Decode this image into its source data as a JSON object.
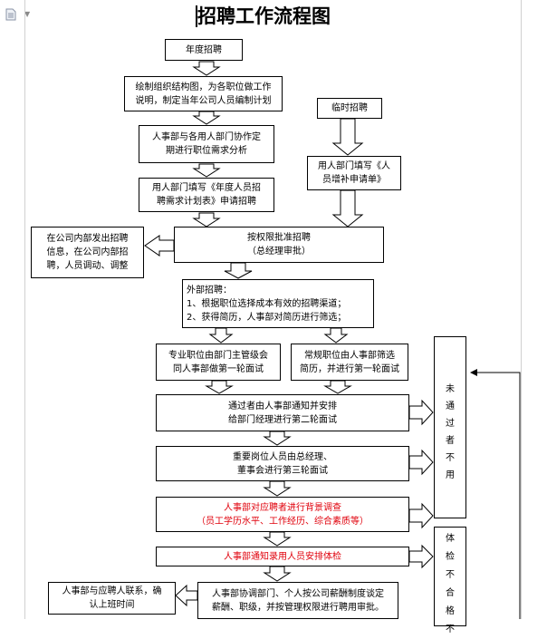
{
  "doc_title": "招聘工作流程图",
  "nodes": {
    "annual": "年度招聘",
    "org_chart": "绘制组织结构图，为各职位做工作\n说明，制定当年公司人员编制计划",
    "demand_analysis": "人事部与各用人部门协作定\n期进行职位需求分析",
    "fill_plan": "用人部门填写《年度人员招\n聘需求计划表》申请招聘",
    "temp": "临时招聘",
    "fill_supplement": "用人部门填写《人\n员增补申请单》",
    "approval": "按权限批准招聘\n（总经理审批）",
    "internal": "在公司内部发出招聘\n信息，在公司内部招\n聘，人员调动、调整",
    "external": "外部招聘：\n1、根据职位选择成本有效的招聘渠道；\n2、获得简历，人事部对简历进行筛选；",
    "pro_interview": "专业职位由部门主管级会\n同人事部做第一轮面试",
    "regular_interview": "常规职位由人事部筛选\n简历，并进行第一轮面试",
    "second_round": "通过者由人事部通知并安排\n给部门经理进行第二轮面试",
    "third_round": "重要岗位人员由总经理、\n董事会进行第三轮面试",
    "background": "人事部对应聘者进行背景调查\n（员工学历水平、工作经历、综合素质等）",
    "physical": "人事部通知录用人员安排体检",
    "salary": "人事部协调部门、个人按公司薪酬制度谈定\n薪酬、职级，并按管理权限进行聘用审批。",
    "contact": "人事部与应聘人联系，确\n认上班时间",
    "fail_label": [
      "未",
      "通",
      "过",
      "者",
      "不",
      "用"
    ],
    "health_fail_label": [
      "体",
      "检",
      "不",
      "合",
      "格",
      "不"
    ]
  },
  "colors": {
    "highlight_text": "#e0000b",
    "line": "#000000"
  }
}
